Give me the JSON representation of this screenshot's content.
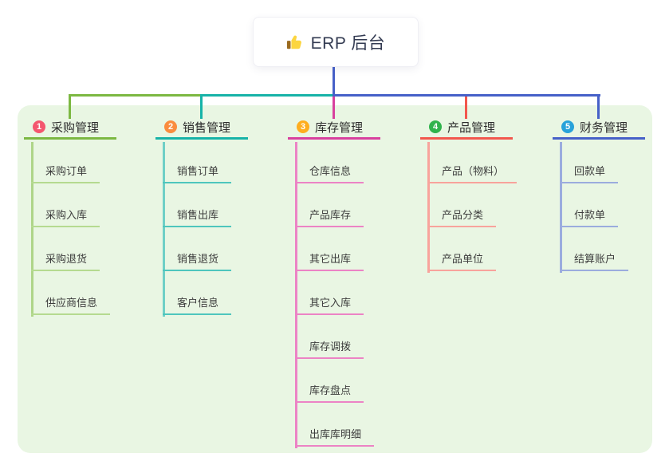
{
  "root": {
    "label": "ERP 后台",
    "icon": "thumbs-up-icon"
  },
  "colors": {
    "panel_background": "#e9f6e3",
    "root_connector": "#4660c8",
    "branch_lines": [
      "#7cb842",
      "#17b3a8",
      "#d8409e",
      "#f2574d",
      "#4660c8"
    ],
    "badge_colors": [
      "#f4566e",
      "#fa8c3e",
      "#feae1f",
      "#30b34c",
      "#28a2da"
    ]
  },
  "branches": [
    {
      "index": "1",
      "label": "采购管理",
      "children": [
        "采购订单",
        "采购入库",
        "采购退货",
        "供应商信息"
      ]
    },
    {
      "index": "2",
      "label": "销售管理",
      "children": [
        "销售订单",
        "销售出库",
        "销售退货",
        "客户信息"
      ]
    },
    {
      "index": "3",
      "label": "库存管理",
      "children": [
        "仓库信息",
        "产品库存",
        "其它出库",
        "其它入库",
        "库存调拨",
        "库存盘点",
        "出库库明细"
      ]
    },
    {
      "index": "4",
      "label": "产品管理",
      "children": [
        "产品（物料）",
        "产品分类",
        "产品单位"
      ]
    },
    {
      "index": "5",
      "label": "财务管理",
      "children": [
        "回款单",
        "付款单",
        "结算账户"
      ]
    }
  ]
}
